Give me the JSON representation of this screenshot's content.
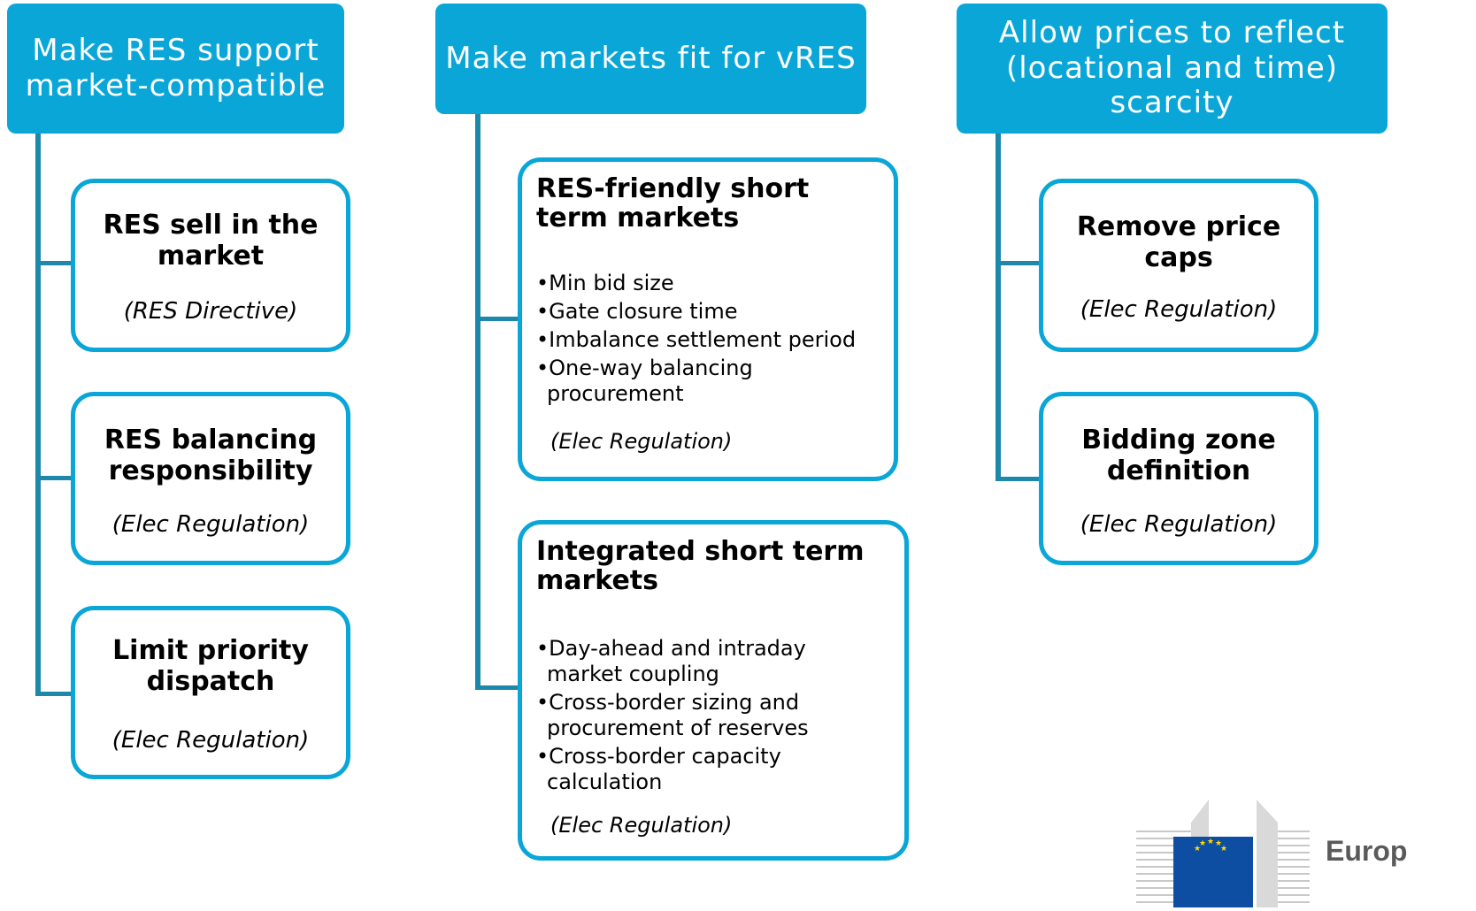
{
  "columns": [
    {
      "header": "Make RES support market-compatible",
      "boxes": [
        {
          "title": "RES sell in the market",
          "source": "(RES Directive)"
        },
        {
          "title": "RES balancing responsibility",
          "source": "(Elec Regulation)"
        },
        {
          "title": "Limit priority dispatch",
          "source": "(Elec Regulation)"
        }
      ]
    },
    {
      "header": "Make markets fit for vRES",
      "boxes": [
        {
          "title": "RES-friendly short term markets",
          "bullets": [
            "•Min bid size",
            "•Gate closure time",
            "•Imbalance settlement period",
            "•One-way balancing procurement"
          ],
          "source": "(Elec Regulation)"
        },
        {
          "title": "Integrated short term markets",
          "bullets": [
            "•Day-ahead and intraday market coupling",
            "•Cross-border sizing and procurement of reserves",
            "•Cross-border capacity calculation"
          ],
          "source": "(Elec Regulation)"
        }
      ]
    },
    {
      "header": "Allow prices to reflect (locational and time) scarcity",
      "boxes": [
        {
          "title": "Remove price caps",
          "source": "(Elec Regulation)"
        },
        {
          "title": "Bidding zone definition",
          "source": "(Elec Regulation)"
        }
      ]
    }
  ],
  "logo": {
    "text": "Europ"
  }
}
